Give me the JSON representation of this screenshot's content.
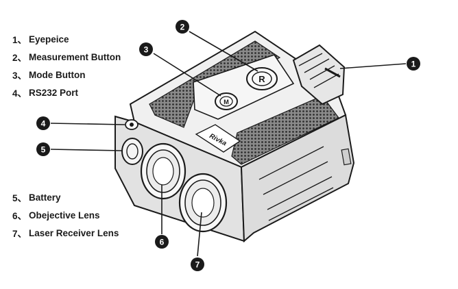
{
  "legend_top": [
    {
      "num": "1、",
      "label": "Eyepeice"
    },
    {
      "num": "2、",
      "label": "Measurement Button"
    },
    {
      "num": "3、",
      "label": "Mode Button"
    },
    {
      "num": "4、",
      "label": "RS232 Port"
    }
  ],
  "legend_bottom": [
    {
      "num": "5、",
      "label": "Battery"
    },
    {
      "num": "6、",
      "label": "Obejective Lens"
    },
    {
      "num": "7、",
      "label": "Laser Receiver Lens"
    }
  ],
  "callouts": [
    "1",
    "2",
    "3",
    "4",
    "5",
    "6",
    "7"
  ],
  "device": {
    "measure_button_glyph": "R",
    "mode_button_glyph": "M",
    "brand_logo_text": "Rivka"
  },
  "colors": {
    "outline": "#1a1a1a",
    "body_fill": "#e9e9e9",
    "grip_fill": "#6e6e6e",
    "callout_fill": "#1a1a1a",
    "callout_text": "#ffffff"
  }
}
